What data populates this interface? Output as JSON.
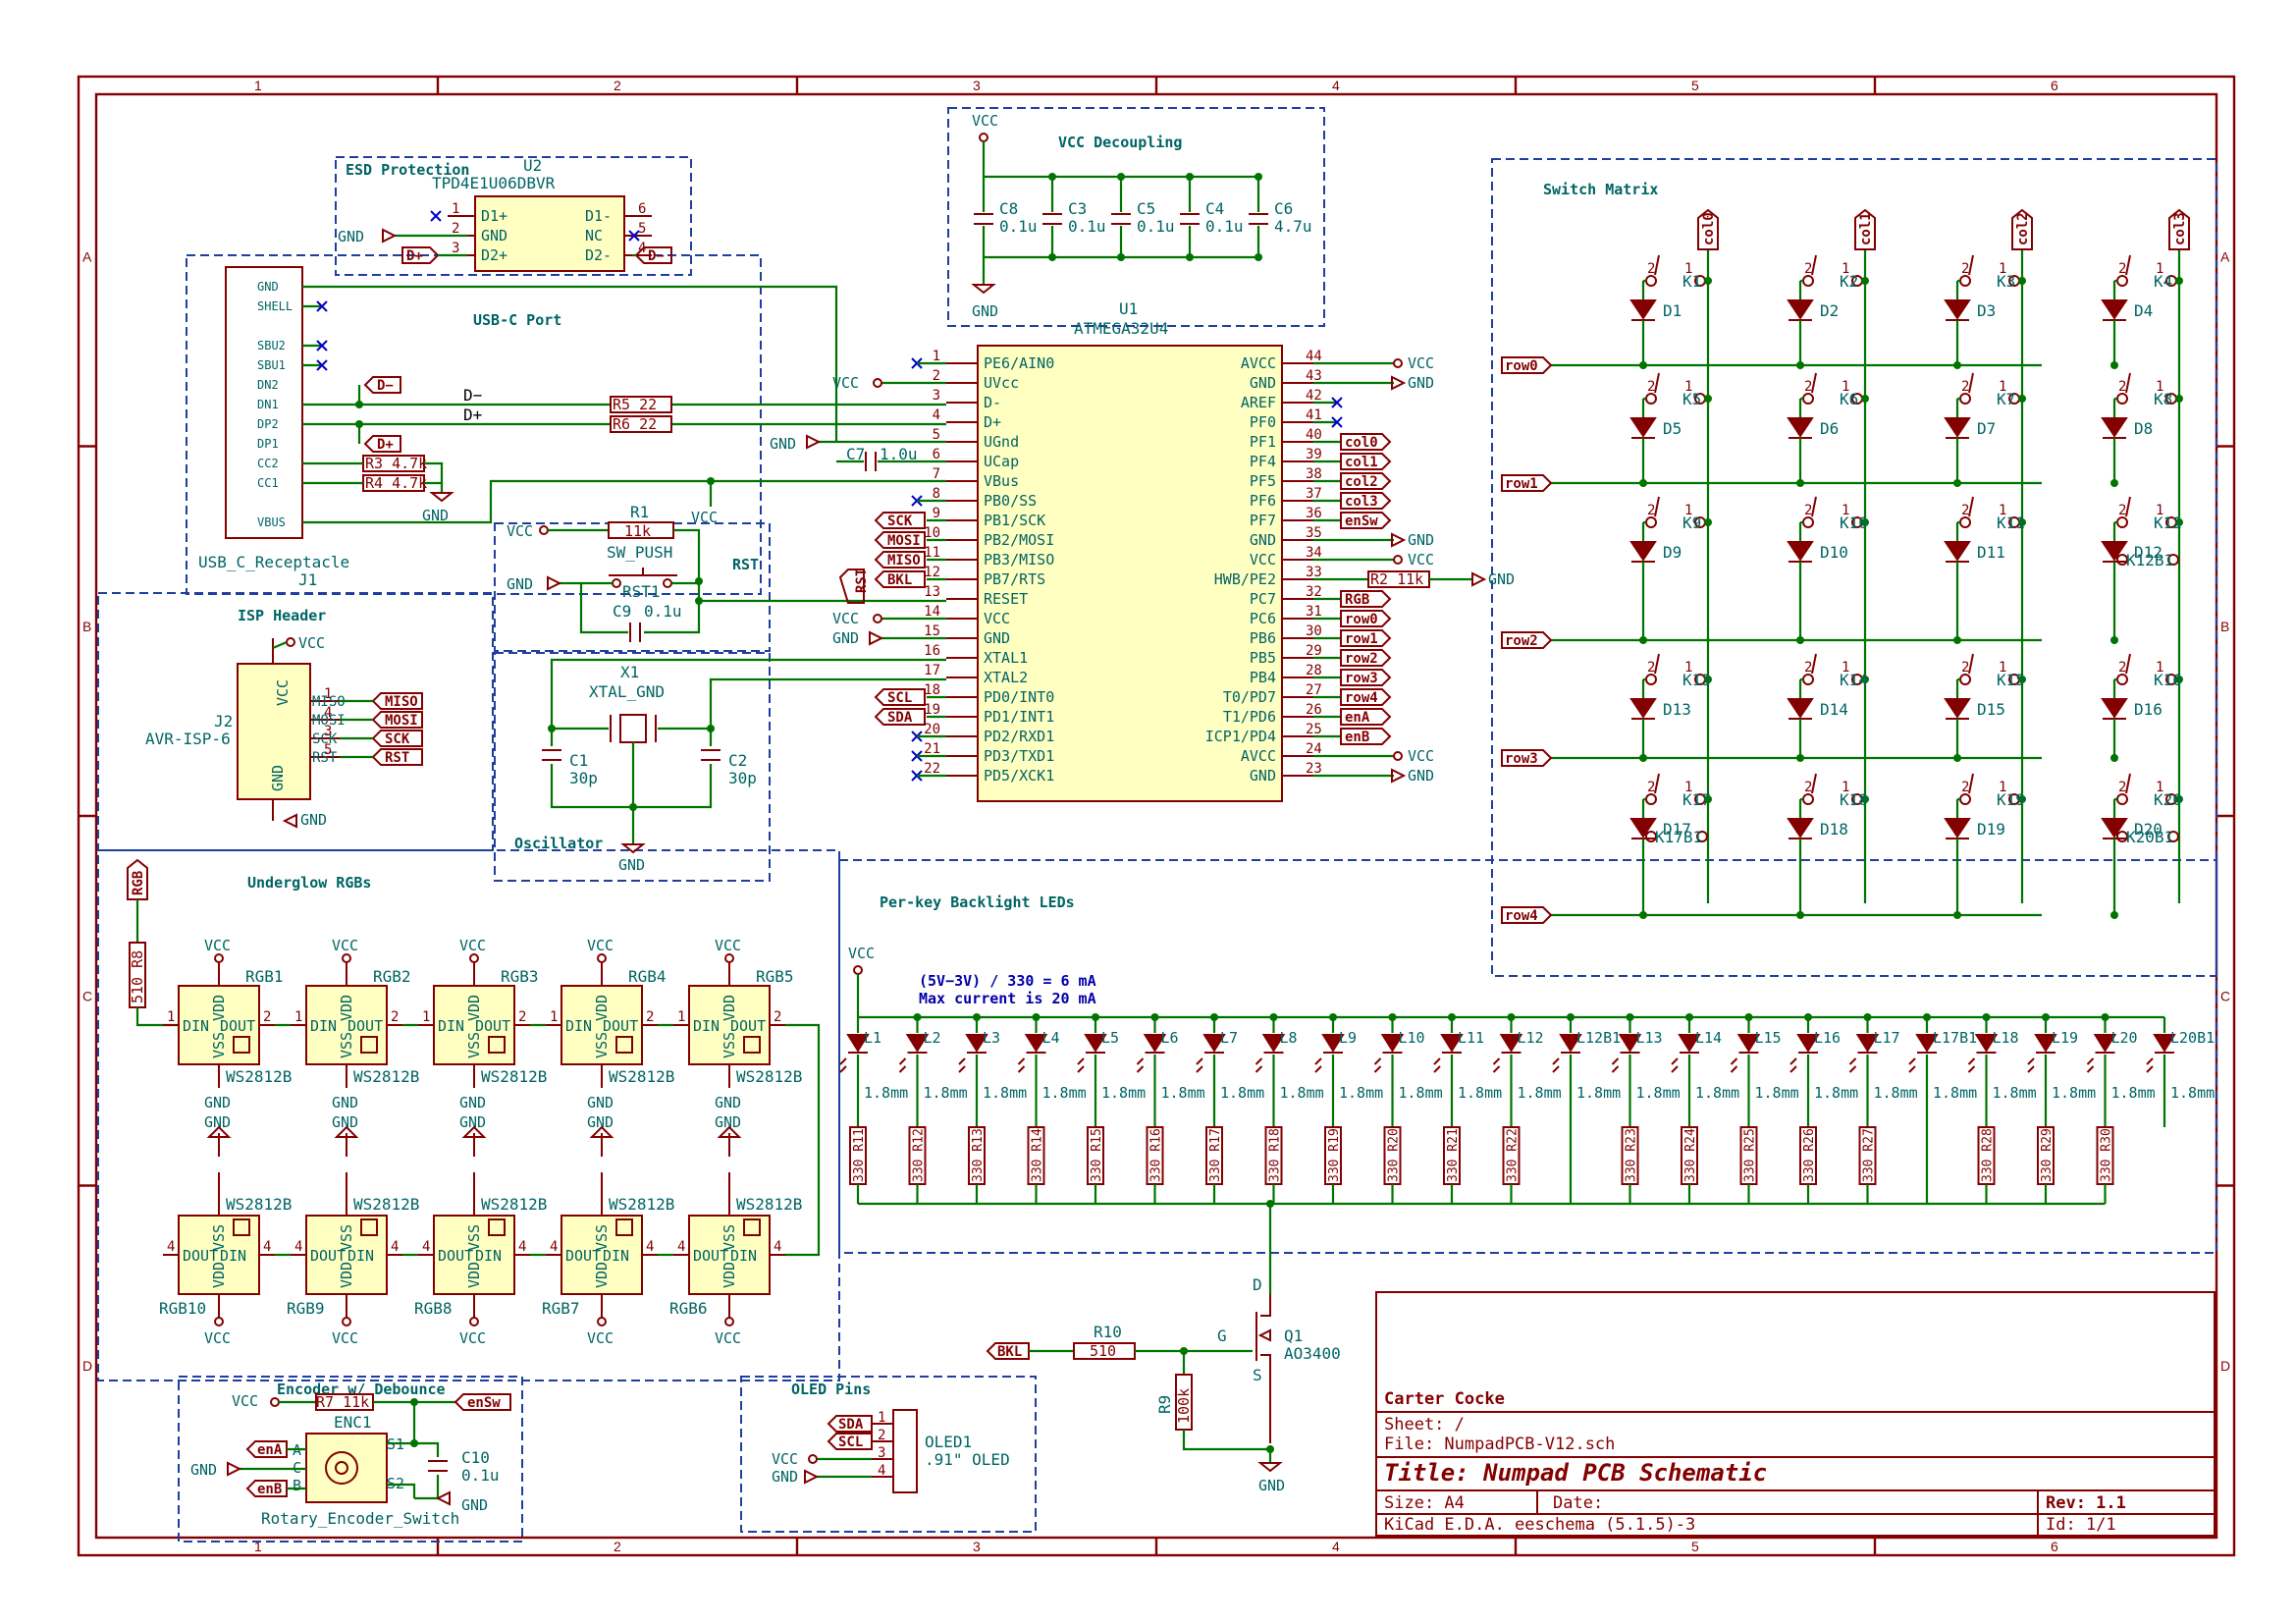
{
  "frame": {
    "columns": [
      "1",
      "2",
      "3",
      "4",
      "5",
      "6"
    ],
    "rows": [
      "A",
      "B",
      "C",
      "D"
    ]
  },
  "title_block": {
    "company": "Carter Cocke",
    "sheet": "Sheet: /",
    "file": "File: NumpadPCB-V12.sch",
    "title": "Title: Numpad PCB Schematic",
    "size": "Size: A4",
    "date": "Date:",
    "rev": "Rev: 1.1",
    "tool": "KiCad E.D.A.  eeschema (5.1.5)-3",
    "id": "Id: 1/1"
  },
  "sections": {
    "esd": "ESD Protection",
    "usbc": "USB-C Port",
    "isp": "ISP Header",
    "decoupling": "VCC Decoupling",
    "rst": "RST",
    "oscillator": "Oscillator",
    "switch_matrix": "Switch Matrix",
    "underglow": "Underglow RGBs",
    "backlight": "Per-key Backlight LEDs",
    "encoder": "Encoder w/ Debounce",
    "oled": "OLED Pins"
  },
  "esd": {
    "ref": "U2",
    "value": "TPD4E1U06DBVR",
    "left_pins": [
      {
        "num": "1",
        "name": "D1+"
      },
      {
        "num": "2",
        "name": "GND"
      },
      {
        "num": "3",
        "name": "D2+"
      }
    ],
    "right_pins": [
      {
        "num": "6",
        "name": "D1-"
      },
      {
        "num": "5",
        "name": "NC"
      },
      {
        "num": "4",
        "name": "D2-"
      }
    ]
  },
  "usbc": {
    "ref": "J1",
    "value": "USB_C_Receptacle",
    "pins": [
      "GND",
      "SHELL",
      "SBU2",
      "SBU1",
      "DN2",
      "DN1",
      "DP2",
      "DP1",
      "CC2",
      "CC1",
      "VBUS"
    ],
    "r3": "R3 4.7k",
    "r4": "R4 4.7k",
    "r5": "R5 22",
    "r6": "R6 22",
    "dminus": "D−",
    "dplus": "D+"
  },
  "mcu": {
    "ref": "U1",
    "value": "ATMEGA32U4",
    "left": [
      {
        "num": "1",
        "name": "PE6/AIN0"
      },
      {
        "num": "2",
        "name": "UVcc"
      },
      {
        "num": "3",
        "name": "D-"
      },
      {
        "num": "4",
        "name": "D+"
      },
      {
        "num": "5",
        "name": "UGnd"
      },
      {
        "num": "6",
        "name": "UCap"
      },
      {
        "num": "7",
        "name": "VBus"
      },
      {
        "num": "8",
        "name": "PB0/SS"
      },
      {
        "num": "9",
        "name": "PB1/SCK"
      },
      {
        "num": "10",
        "name": "PB2/MOSI"
      },
      {
        "num": "11",
        "name": "PB3/MISO"
      },
      {
        "num": "12",
        "name": "PB7/RTS"
      },
      {
        "num": "13",
        "name": "RESET"
      },
      {
        "num": "14",
        "name": "VCC"
      },
      {
        "num": "15",
        "name": "GND"
      },
      {
        "num": "16",
        "name": "XTAL1"
      },
      {
        "num": "17",
        "name": "XTAL2"
      },
      {
        "num": "18",
        "name": "PD0/INT0"
      },
      {
        "num": "19",
        "name": "PD1/INT1"
      },
      {
        "num": "20",
        "name": "PD2/RXD1"
      },
      {
        "num": "21",
        "name": "PD3/TXD1"
      },
      {
        "num": "22",
        "name": "PD5/XCK1"
      }
    ],
    "right": [
      {
        "num": "44",
        "name": "AVCC"
      },
      {
        "num": "43",
        "name": "GND"
      },
      {
        "num": "42",
        "name": "AREF"
      },
      {
        "num": "41",
        "name": "PF0"
      },
      {
        "num": "40",
        "name": "PF1"
      },
      {
        "num": "39",
        "name": "PF4"
      },
      {
        "num": "38",
        "name": "PF5"
      },
      {
        "num": "37",
        "name": "PF6"
      },
      {
        "num": "36",
        "name": "PF7"
      },
      {
        "num": "35",
        "name": "GND"
      },
      {
        "num": "34",
        "name": "VCC"
      },
      {
        "num": "33",
        "name": "HWB/PE2"
      },
      {
        "num": "32",
        "name": "PC7"
      },
      {
        "num": "31",
        "name": "PC6"
      },
      {
        "num": "30",
        "name": "PB6"
      },
      {
        "num": "29",
        "name": "PB5"
      },
      {
        "num": "28",
        "name": "PB4"
      },
      {
        "num": "27",
        "name": "T0/PD7"
      },
      {
        "num": "26",
        "name": "T1/PD6"
      },
      {
        "num": "25",
        "name": "ICP1/PD4"
      },
      {
        "num": "24",
        "name": "AVCC"
      },
      {
        "num": "23",
        "name": "GND"
      }
    ],
    "left_nets": {
      "9": "SCK",
      "10": "MOSI",
      "11": "MISO",
      "12": "BKL",
      "13": "RST",
      "18": "SCL",
      "19": "SDA"
    },
    "right_nets": {
      "40": "col0",
      "39": "col1",
      "38": "col2",
      "37": "col3",
      "36": "enSw",
      "32": "RGB",
      "31": "row0",
      "30": "row1",
      "29": "row2",
      "28": "row3",
      "27": "row4",
      "26": "enA",
      "25": "enB"
    },
    "r2": "R2 11k",
    "c7": "C7",
    "c7v": "1.0u"
  },
  "decoupling": {
    "caps": [
      {
        "ref": "C8",
        "val": "0.1u"
      },
      {
        "ref": "C3",
        "val": "0.1u"
      },
      {
        "ref": "C5",
        "val": "0.1u"
      },
      {
        "ref": "C4",
        "val": "0.1u"
      },
      {
        "ref": "C6",
        "val": "4.7u"
      }
    ]
  },
  "rst": {
    "r1": "R1",
    "r1v": "11k",
    "sw": "SW_PUSH",
    "swref": "RST1",
    "c9": "C9",
    "c9v": "0.1u"
  },
  "oscillator": {
    "ref": "X1",
    "value": "XTAL_GND",
    "c1": "C1",
    "c1v": "30p",
    "c2": "C2",
    "c2v": "30p"
  },
  "isp": {
    "ref": "J2",
    "value": "AVR-ISP-6",
    "pins": [
      {
        "num": "1",
        "name": "MISO"
      },
      {
        "num": "4",
        "name": "MOSI"
      },
      {
        "num": "3",
        "name": "SCK"
      },
      {
        "num": "5",
        "name": "RST"
      }
    ]
  },
  "power": {
    "vcc": "VCC",
    "gnd": "GND"
  },
  "matrix": {
    "cols": [
      "col0",
      "col1",
      "col2",
      "col3"
    ],
    "rows": [
      "row0",
      "row1",
      "row2",
      "row3",
      "row4"
    ],
    "keys": [
      [
        "K1",
        "K2",
        "K3",
        "K4"
      ],
      [
        "K5",
        "K6",
        "K7",
        "K8"
      ],
      [
        "K9",
        "K10",
        "K11",
        "K12"
      ],
      [
        "K13",
        "K14",
        "K15",
        "K16"
      ],
      [
        "K17",
        "K18",
        "K19",
        "K20"
      ]
    ],
    "diodes": [
      [
        "D1",
        "D2",
        "D3",
        "D4"
      ],
      [
        "D5",
        "D6",
        "D7",
        "D8"
      ],
      [
        "D9",
        "D10",
        "D11",
        "D12"
      ],
      [
        "D13",
        "D14",
        "D15",
        "D16"
      ],
      [
        "D17",
        "D18",
        "D19",
        "D20"
      ]
    ],
    "extra_keys": [
      "K12B1",
      "K17B1",
      "K20B1"
    ]
  },
  "underglow": {
    "top": [
      "RGB1",
      "RGB2",
      "RGB3",
      "RGB4",
      "RGB5"
    ],
    "bottom": [
      "RGB10",
      "RGB9",
      "RGB8",
      "RGB7",
      "RGB6"
    ],
    "part": "WS2812B",
    "r8": "510 R8",
    "pins": {
      "din": "DIN",
      "dout": "DOUT",
      "vdd": "VDD",
      "vss": "VSS"
    }
  },
  "backlight": {
    "note1": "(5V−3V) / 330 = 6 mA",
    "note2": "Max current is 20 mA",
    "leds": [
      "L1",
      "L2",
      "L3",
      "L4",
      "L5",
      "L6",
      "L7",
      "L8",
      "L9",
      "L10",
      "L11",
      "L12",
      "L12B1",
      "L13",
      "L14",
      "L15",
      "L16",
      "L17",
      "L17B1",
      "L18",
      "L19",
      "L20",
      "L20B1"
    ],
    "led_value": "1.8mm",
    "resistors": [
      "330 R11",
      "330 R12",
      "330 R13",
      "330 R14",
      "330 R15",
      "330 R16",
      "330 R17",
      "330 R18",
      "330 R19",
      "330 R20",
      "330 R21",
      "330 R22",
      "",
      "330 R23",
      "330 R24",
      "330 R25",
      "330 R26",
      "330 R27",
      "",
      "330 R28",
      "330 R29",
      "330 R30",
      ""
    ],
    "r10": "R10",
    "r10v": "510",
    "r9": "R9",
    "r9v": "100k",
    "q1": "Q1",
    "q1v": "AO3400",
    "g": "G",
    "d": "D",
    "s": "S",
    "bkl": "BKL"
  },
  "encoder": {
    "ref": "ENC1",
    "value": "Rotary_Encoder_Switch",
    "r7": "R7 11k",
    "c10": "C10",
    "c10v": "0.1u",
    "pins": {
      "a": "A",
      "b": "B",
      "c": "C",
      "s1": "S1",
      "s2": "S2"
    },
    "enA": "enA",
    "enB": "enB",
    "enSw": "enSw"
  },
  "oled": {
    "ref": "OLED1",
    "value": ".91\" OLED",
    "pins": [
      "SDA",
      "SCL",
      "VCC",
      "GND"
    ],
    "nums": [
      "1",
      "2",
      "3",
      "4"
    ]
  }
}
